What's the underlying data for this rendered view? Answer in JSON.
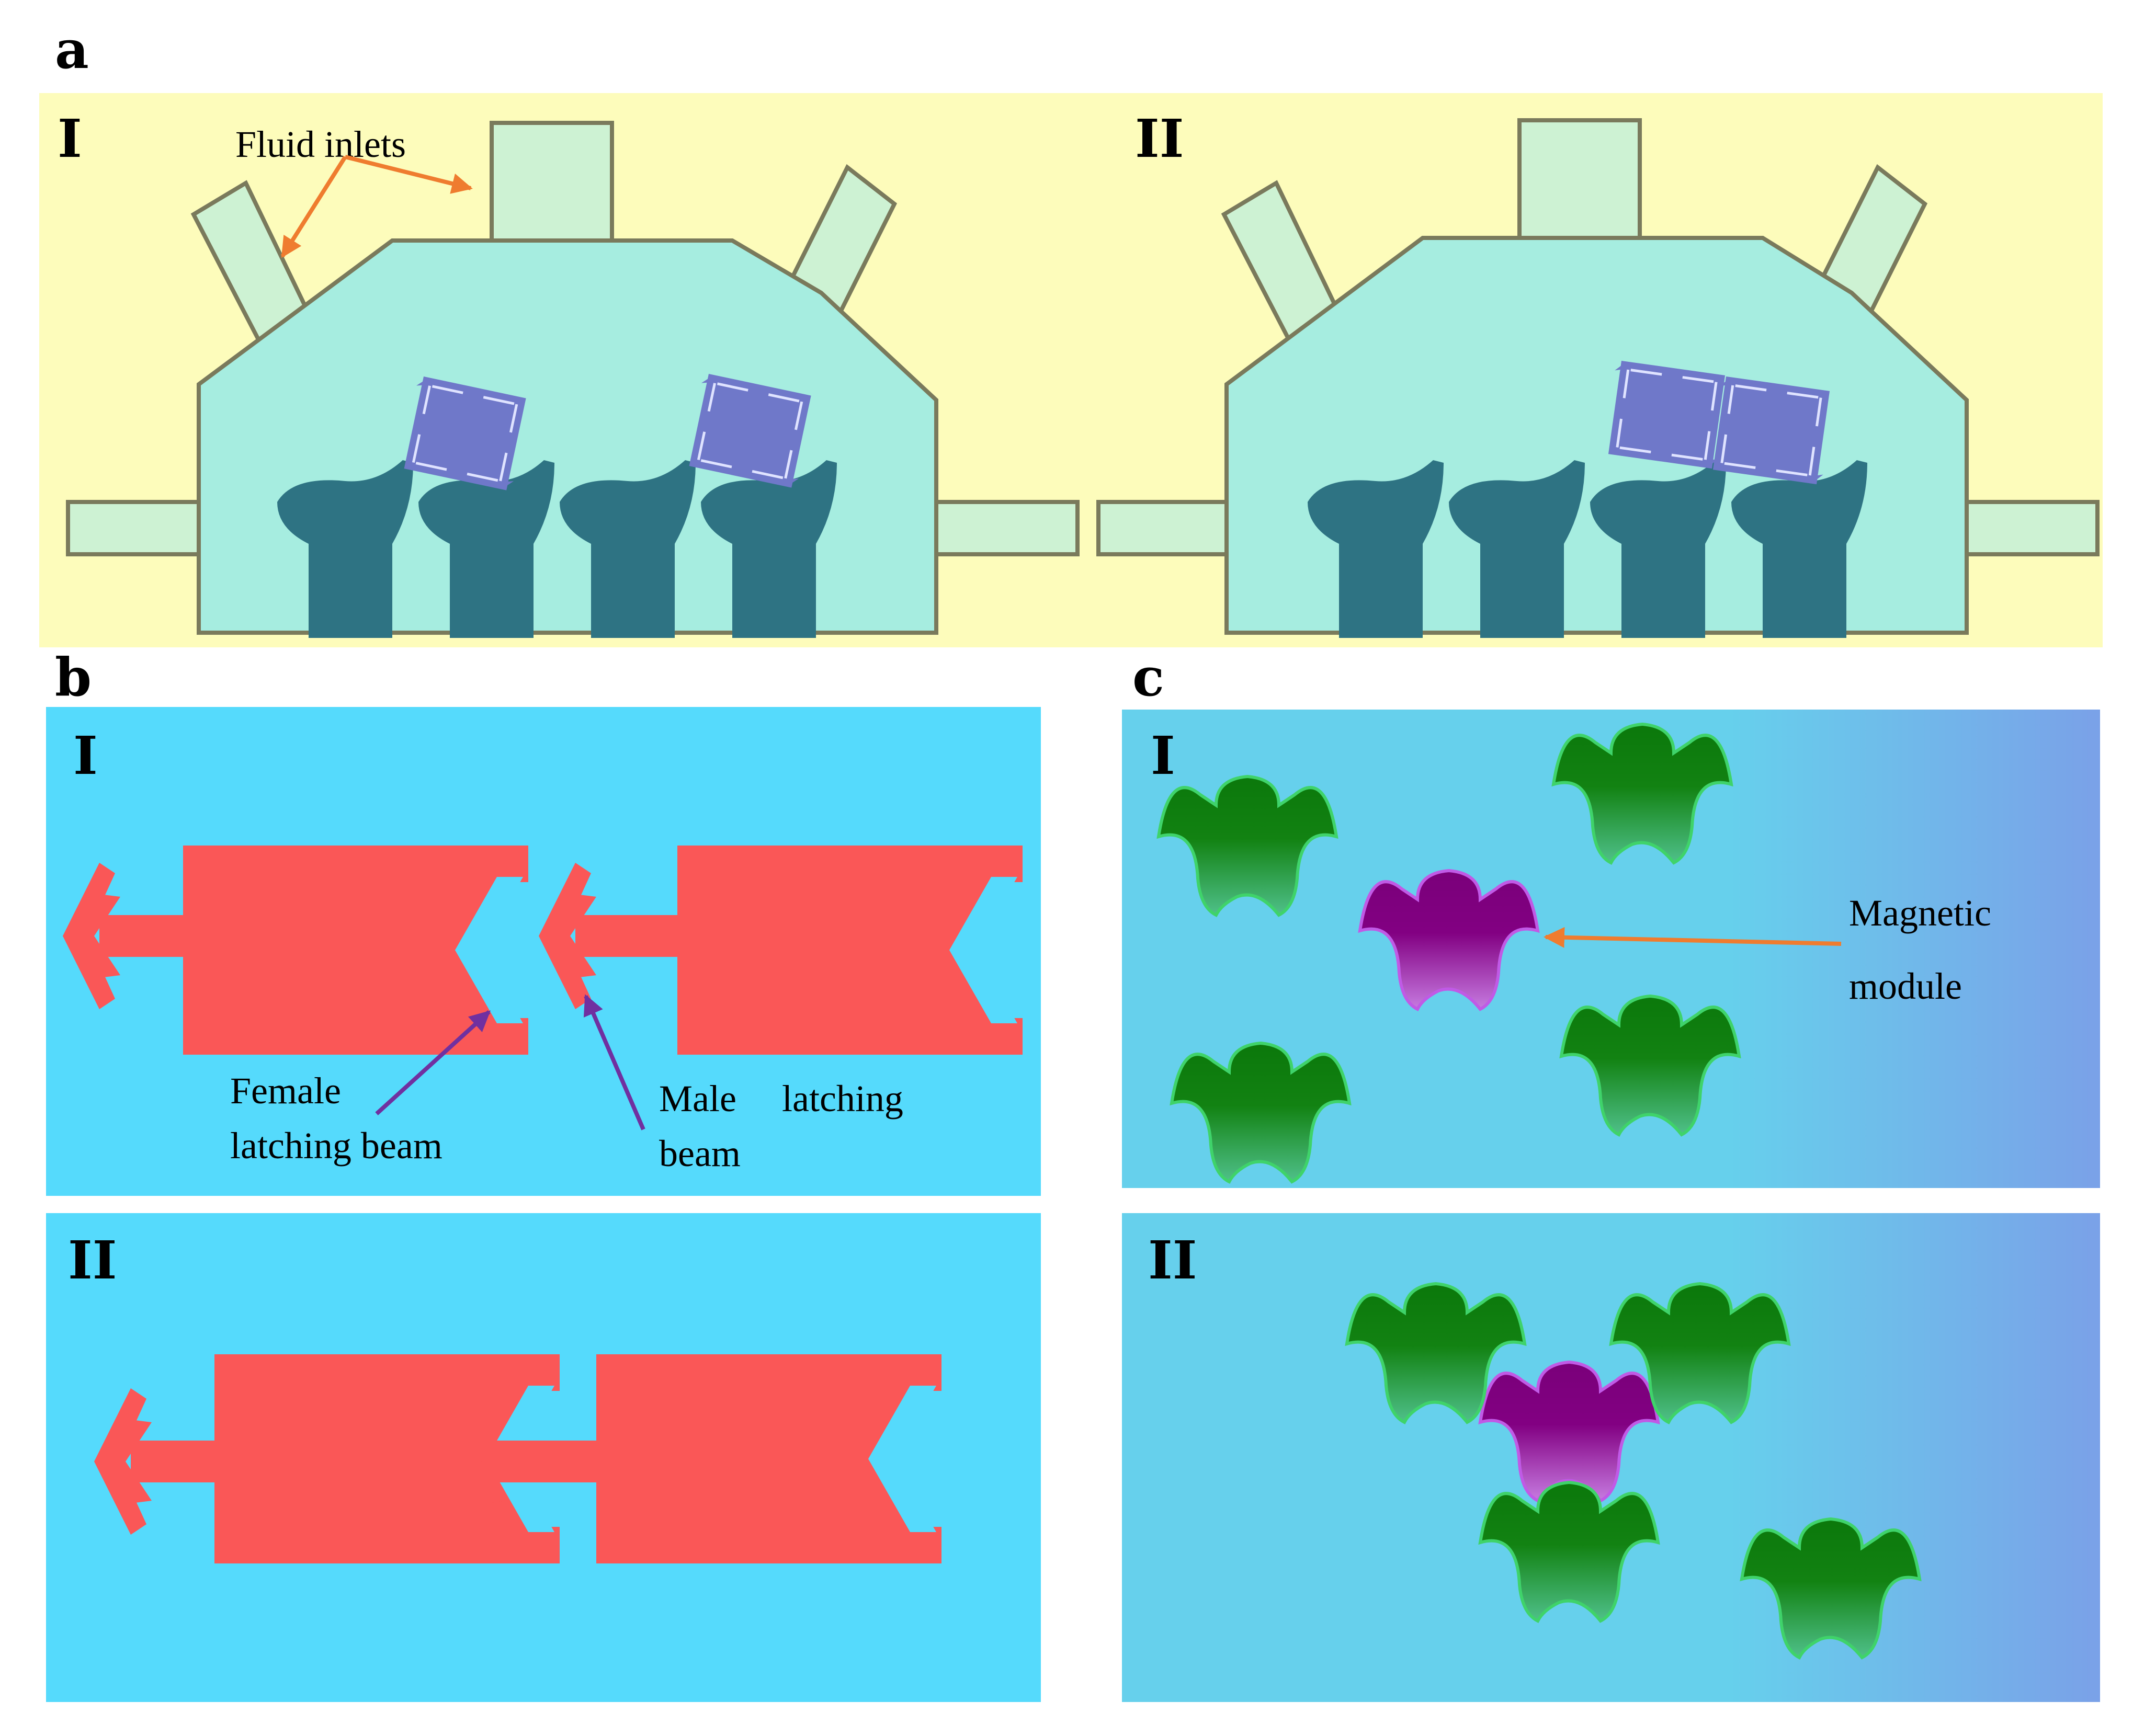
{
  "panels": {
    "a": {
      "letter": "a",
      "sub1": "I",
      "sub2": "II",
      "annotation": "Fluid inlets"
    },
    "b": {
      "letter": "b",
      "sub1": "I",
      "sub2": "II",
      "female_line1": "Female",
      "female_line2": "latching beam",
      "male_line1": "Male",
      "male_word2": "latching",
      "male_line2": "beam"
    },
    "c": {
      "letter": "c",
      "sub1": "I",
      "sub2": "II",
      "magnetic_line1": "Magnetic",
      "magnetic_line2": "module"
    }
  },
  "colors": {
    "panel_a_bg": "#fdfcbb",
    "chamber_fill": "#a6ede0",
    "channel_fill": "#cdf2d3",
    "chamber_stroke": "#7a7a5c",
    "pillar": "#2e7383",
    "module_block": "#6f78c9",
    "panel_b_bg": "#55dafc",
    "latch_red": "#fa5757",
    "panel_c_bg_start": "#66d0ec",
    "panel_c_bg_end": "#7aa1e8",
    "module_green": "#128212",
    "module_purple": "#820082",
    "arrow_orange": "#ef7c2f",
    "arrow_purple": "#7030a0"
  }
}
